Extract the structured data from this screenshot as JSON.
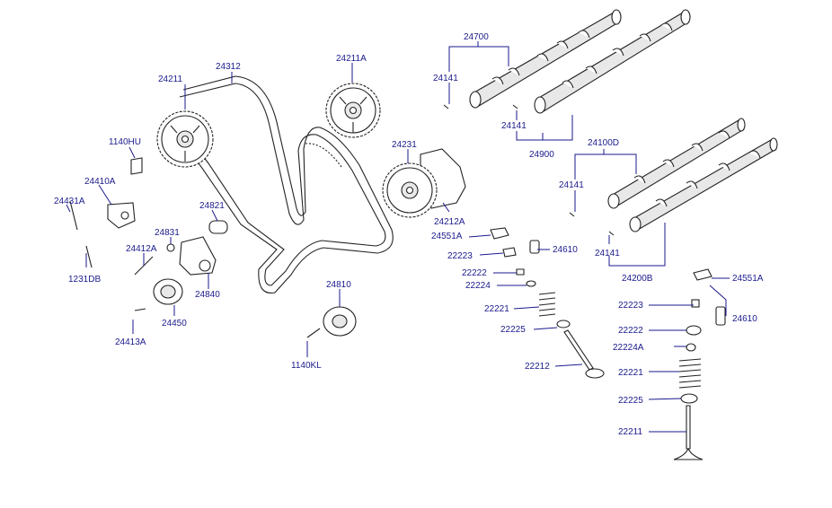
{
  "diagram": {
    "labels": {
      "l24211": "24211",
      "l24312": "24312",
      "l24211A": "24211A",
      "l24700": "24700",
      "l24141_a": "24141",
      "l24141_b": "24141",
      "l24141_c": "24141",
      "l24141_d": "24141",
      "l24900": "24900",
      "l24231": "24231",
      "l24100D": "24100D",
      "l24212A": "24212A",
      "l24551A_a": "24551A",
      "l24551A_b": "24551A",
      "l24610_a": "24610",
      "l24610_b": "24610",
      "l22223_a": "22223",
      "l22223_b": "22223",
      "l22222_a": "22222",
      "l22222_b": "22222",
      "l22224": "22224",
      "l22224A": "22224A",
      "l22221_a": "22221",
      "l22221_b": "22221",
      "l22225_a": "22225",
      "l22225_b": "22225",
      "l22212": "22212",
      "l22211": "22211",
      "l24200B": "24200B",
      "l1140HU": "1140HU",
      "l24410A": "24410A",
      "l24431A": "24431A",
      "l24412A": "24412A",
      "l1231DB": "1231DB",
      "l24831": "24831",
      "l24821": "24821",
      "l24840": "24840",
      "l24450": "24450",
      "l24413A": "24413A",
      "l24810": "24810",
      "l1140KL": "1140KL"
    }
  }
}
